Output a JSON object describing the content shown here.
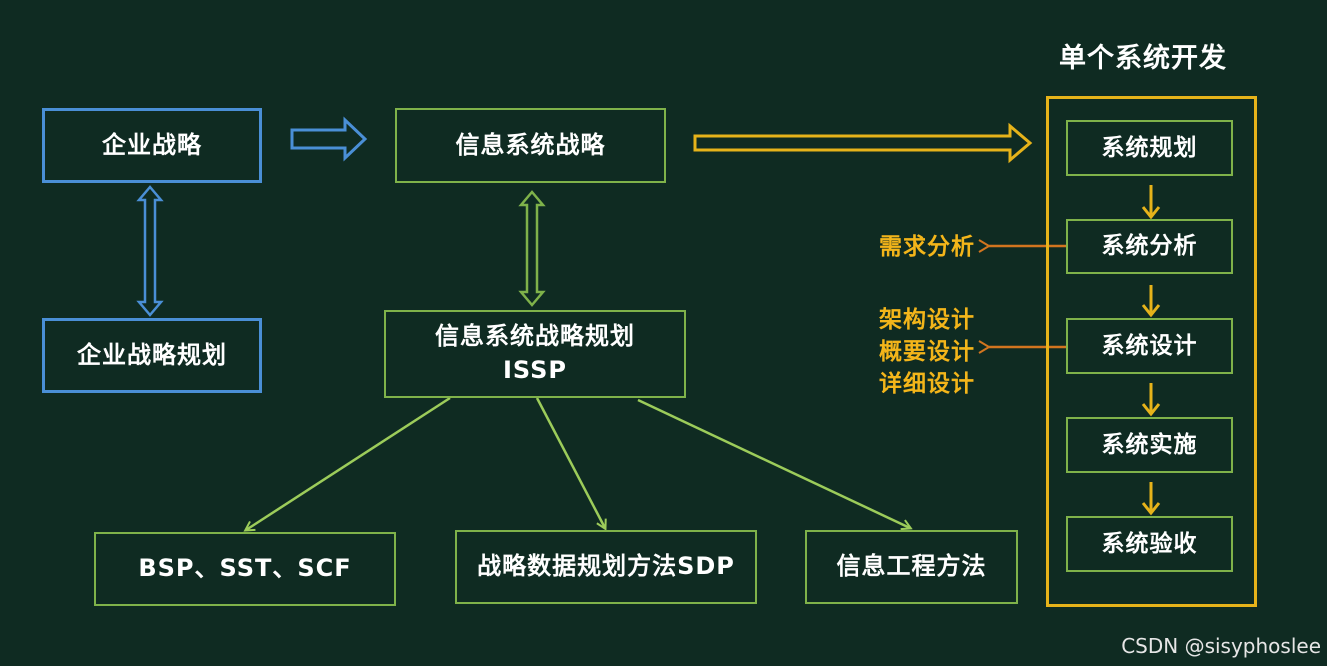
{
  "left": {
    "enterprise_strategy": "企业战略",
    "enterprise_strategy_planning": "企业战略规划"
  },
  "middle": {
    "is_strategy": "信息系统战略",
    "issp_title": "信息系统战略规划",
    "issp_abbr": "ISSP"
  },
  "methods": {
    "bsp": "BSP、SST、SCF",
    "sdp": "战略数据规划方法SDP",
    "ie": "信息工程方法"
  },
  "development": {
    "title": "单个系统开发",
    "stages": [
      "系统规划",
      "系统分析",
      "系统设计",
      "系统实施",
      "系统验收"
    ],
    "analysis_output": "需求分析",
    "design_outputs": [
      "架构设计",
      "概要设计",
      "详细设计"
    ]
  },
  "watermark": "CSDN @sisyphoslee",
  "colors": {
    "background": "#0f2b22",
    "blue": "#4a8fd6",
    "green": "#7fb24a",
    "yellow": "#e6b31a",
    "orange_arrow": "#d2751f",
    "side_text": "#f3b51a"
  }
}
